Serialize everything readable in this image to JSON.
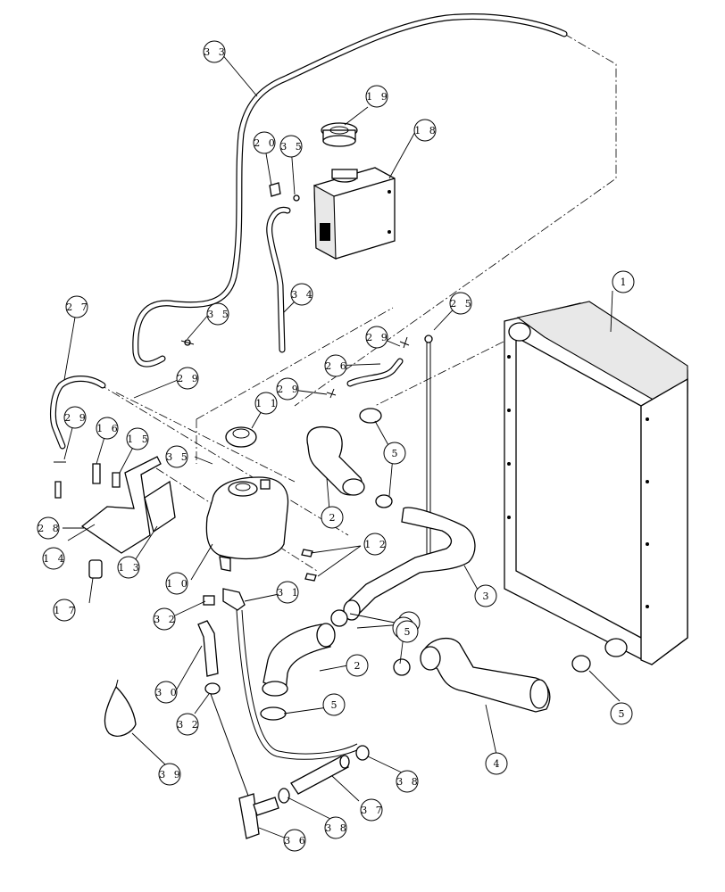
{
  "callouts": [
    {
      "id": "c1",
      "label": "1"
    },
    {
      "id": "c2a",
      "label": "2"
    },
    {
      "id": "c2b",
      "label": "2"
    },
    {
      "id": "c3",
      "label": "3"
    },
    {
      "id": "c4",
      "label": "4"
    },
    {
      "id": "c5a",
      "label": "5"
    },
    {
      "id": "c5b",
      "label": "5"
    },
    {
      "id": "c5c",
      "label": "5"
    },
    {
      "id": "c5d",
      "label": "5"
    },
    {
      "id": "c5e",
      "label": "5"
    },
    {
      "id": "c5f",
      "label": "5"
    },
    {
      "id": "c10",
      "label": "1 0"
    },
    {
      "id": "c11",
      "label": "1 1"
    },
    {
      "id": "c12",
      "label": "1 2"
    },
    {
      "id": "c13",
      "label": "1 3"
    },
    {
      "id": "c14",
      "label": "1 4"
    },
    {
      "id": "c15",
      "label": "1 5"
    },
    {
      "id": "c16",
      "label": "1 6"
    },
    {
      "id": "c17",
      "label": "1 7"
    },
    {
      "id": "c18",
      "label": "1 8"
    },
    {
      "id": "c19",
      "label": "1 9"
    },
    {
      "id": "c20",
      "label": "2 0"
    },
    {
      "id": "c25",
      "label": "2 5"
    },
    {
      "id": "c26",
      "label": "2 6"
    },
    {
      "id": "c27",
      "label": "2 7"
    },
    {
      "id": "c28",
      "label": "2 8"
    },
    {
      "id": "c29a",
      "label": "2 9"
    },
    {
      "id": "c29b",
      "label": "2 9"
    },
    {
      "id": "c29c",
      "label": "2 9"
    },
    {
      "id": "c29d",
      "label": "2 9"
    },
    {
      "id": "c30",
      "label": "3 0"
    },
    {
      "id": "c31",
      "label": "3 1"
    },
    {
      "id": "c32a",
      "label": "3 2"
    },
    {
      "id": "c32b",
      "label": "3 2"
    },
    {
      "id": "c33",
      "label": "3 3"
    },
    {
      "id": "c34",
      "label": "3 4"
    },
    {
      "id": "c35a",
      "label": "3 5"
    },
    {
      "id": "c35b",
      "label": "3 5"
    },
    {
      "id": "c35c",
      "label": "3 5"
    },
    {
      "id": "c36",
      "label": "3 6"
    },
    {
      "id": "c37",
      "label": "3 7"
    },
    {
      "id": "c38a",
      "label": "3 8"
    },
    {
      "id": "c38b",
      "label": "3 8"
    },
    {
      "id": "c39",
      "label": "3 9"
    }
  ]
}
